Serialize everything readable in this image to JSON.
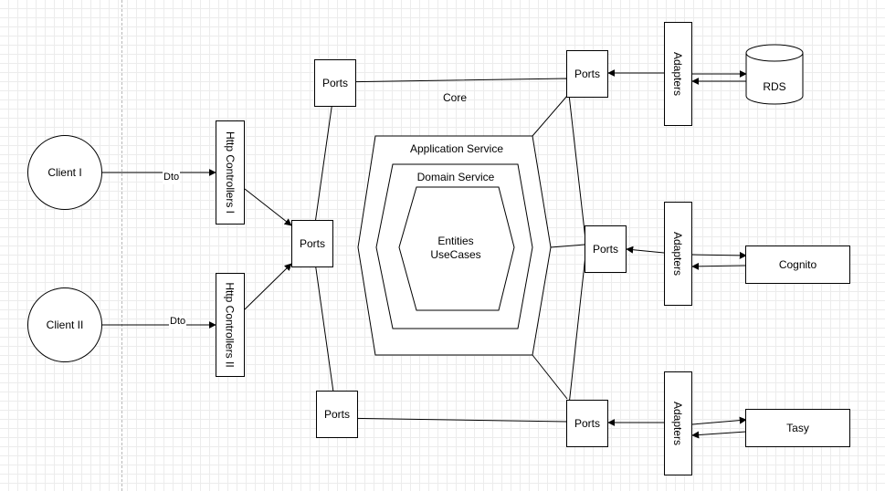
{
  "nodes": {
    "client_1": "Client I",
    "client_2": "Client II",
    "http_controllers_1": "Http Controllers I",
    "http_controllers_2": "Http Controllers II",
    "ports_left": "Ports",
    "ports_top_left": "Ports",
    "ports_bottom_left": "Ports",
    "ports_top_right": "Ports",
    "ports_mid_right": "Ports",
    "ports_bottom_right": "Ports",
    "adapters_top": "Adapters",
    "adapters_mid": "Adapters",
    "adapters_bottom": "Adapters",
    "rds": "RDS",
    "cognito": "Cognito",
    "tasy": "Tasy"
  },
  "labels": {
    "core": "Core",
    "application_service": "Application Service",
    "domain_service": "Domain Service",
    "entities": "Entities",
    "usecases": "UseCases",
    "dto_1": "Dto",
    "dto_2": "Dto"
  }
}
